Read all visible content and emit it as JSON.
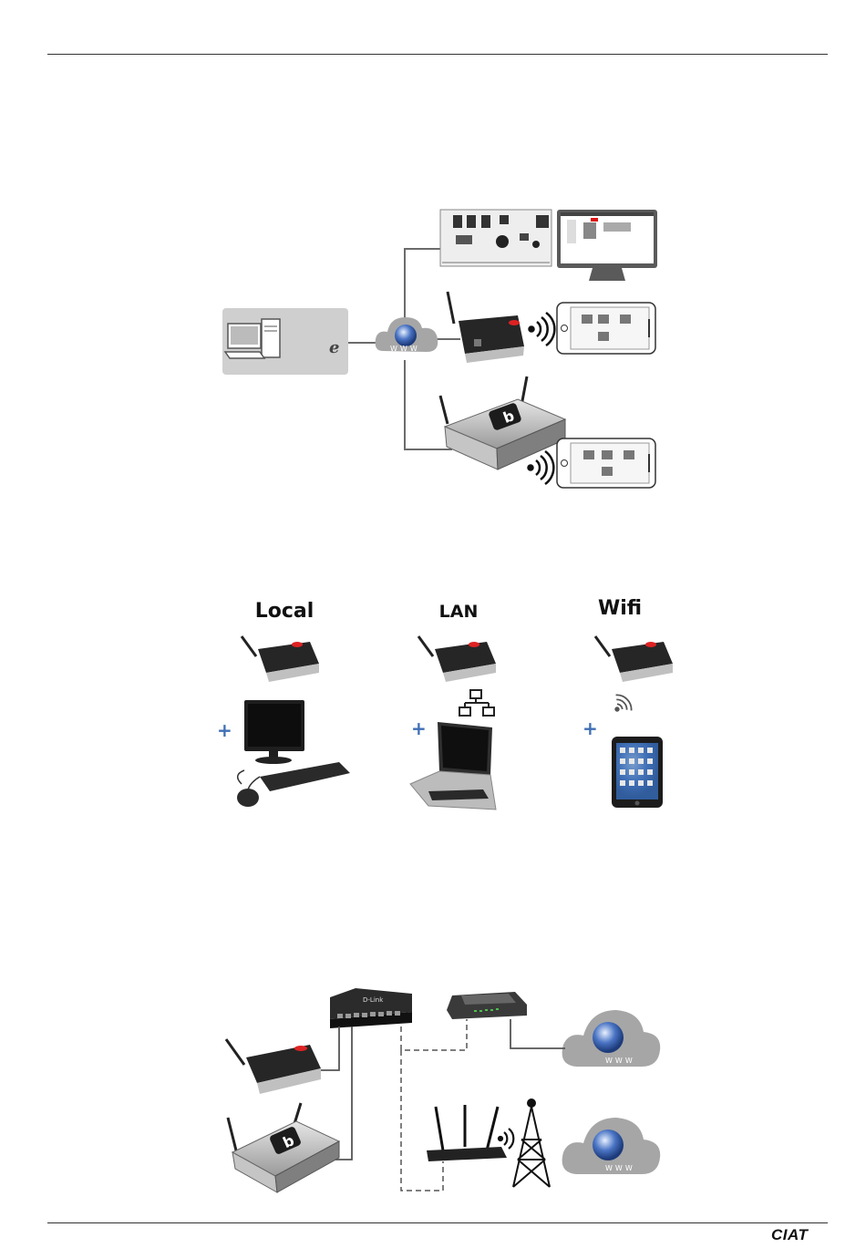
{
  "header": {
    "rule": true
  },
  "sections": {
    "architecture": {
      "cloud_label": "WWW",
      "pc_browser_icon": "ie-browser-icon"
    },
    "connection_modes": [
      {
        "title": "Local",
        "device": "monitor-keyboard-mouse"
      },
      {
        "title": "LAN",
        "device": "laptop"
      },
      {
        "title": "Wifi",
        "device": "tablet"
      }
    ],
    "network": {
      "cloud_top_label": "WWW",
      "cloud_bottom_label": "WWW",
      "switch_brand": "D-Link"
    }
  },
  "plus_sign": "+",
  "footer": {
    "logo": "CIAT"
  },
  "colors": {
    "cloud": "#a6a6a6",
    "line": "#666666",
    "device": "#2a2a2a",
    "plus": "#3f6fb5"
  }
}
